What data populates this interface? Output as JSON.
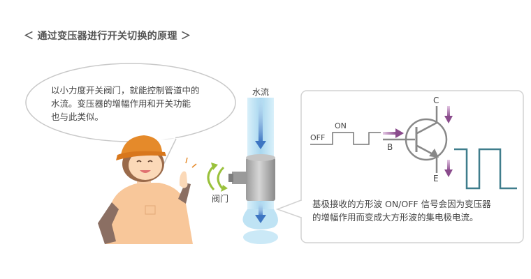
{
  "title": "＜ 通过变压器进行开关切换的原理 ＞",
  "speech": {
    "line1": "以小力度开关阀门，就能控制管道中的",
    "line2": "水流。变压器的增幅作用和开关功能",
    "line3": "也与此类似。"
  },
  "labels": {
    "water_flow": "水流",
    "valve": "阀门",
    "off": "OFF",
    "on": "ON",
    "collector": "C",
    "base": "B",
    "emitter": "E"
  },
  "description": {
    "line1": "基极接收的方形波 ON/OFF 信号会因为变压器",
    "line2": "的增幅作用而变成大方形波的集电极电流。"
  },
  "colors": {
    "bubble_border": "#c8c8c8",
    "box_border": "#d2d2d2",
    "pipe_blue": "#bfe3f4",
    "flow_blue": "#4a7fc4",
    "valve_green": "#9ac13c",
    "arrow_purple": "#8a4b8c",
    "output_teal": "#3f7d8c",
    "signal_gray": "#777777",
    "hat_orange": "#e58a2a",
    "shirt_peach": "#f8c79a"
  }
}
